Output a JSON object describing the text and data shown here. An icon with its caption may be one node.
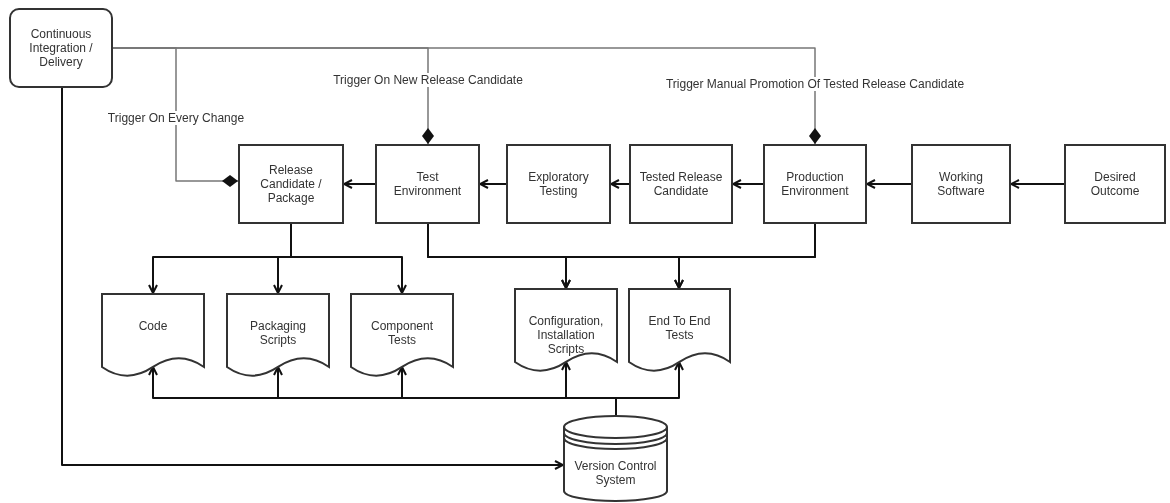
{
  "diagram": {
    "nodes": [
      {
        "text": [
          "Continuous Integration / Delivery"
        ]
      },
      {
        "text": [
          "Release Candidate / Package"
        ]
      },
      {
        "text": [
          "Test Environment"
        ]
      },
      {
        "text": [
          "Exploratory Testing"
        ]
      },
      {
        "text": [
          "Tested Release Candidate"
        ]
      },
      {
        "text": [
          "Production Environment"
        ]
      },
      {
        "text": [
          "Working Software"
        ]
      },
      {
        "text": [
          "Desired Outcome"
        ]
      },
      {
        "text": [
          "Code"
        ]
      },
      {
        "text": [
          "Packaging Scripts"
        ]
      },
      {
        "text": [
          "Component Tests"
        ]
      },
      {
        "text": [
          "Configuration, Installation Scripts"
        ]
      },
      {
        "text": [
          "End To End Tests"
        ]
      },
      {
        "text": [
          "Version Control System"
        ]
      }
    ],
    "edges": [
      {
        "from": 0,
        "to": 1,
        "arrow": "other",
        "label": "Trigger On Every Change",
        "color": "#777777"
      },
      {
        "from": 0,
        "to": 2,
        "arrow": "other",
        "label": "Trigger On New Release Candidate",
        "color": "#777777"
      },
      {
        "from": 0,
        "to": 5,
        "arrow": "other",
        "label": "Trigger Manual Promotion Of Tested Release Candidate",
        "color": "#777777"
      },
      {
        "from": 2,
        "to": 1,
        "arrow": "to"
      },
      {
        "from": 3,
        "to": 2,
        "arrow": "to"
      },
      {
        "from": 4,
        "to": 3,
        "arrow": "to"
      },
      {
        "from": 5,
        "to": 4,
        "arrow": "to"
      },
      {
        "from": 6,
        "to": 5,
        "arrow": "to"
      },
      {
        "from": 7,
        "to": 6,
        "arrow": "to"
      },
      {
        "from": 1,
        "to": 8,
        "arrow": "to"
      },
      {
        "from": 1,
        "to": 9,
        "arrow": "to"
      },
      {
        "from": 1,
        "to": 10,
        "arrow": "to"
      },
      {
        "from": 2,
        "to": 11,
        "arrow": "to"
      },
      {
        "from": 2,
        "to": 12,
        "arrow": "to"
      },
      {
        "from": 5,
        "to": 11,
        "arrow": "to"
      },
      {
        "from": 5,
        "to": 12,
        "arrow": "to"
      },
      {
        "from": 13,
        "to": 8,
        "arrow": "to"
      },
      {
        "from": 13,
        "to": 9,
        "arrow": "to"
      },
      {
        "from": 13,
        "to": 10,
        "arrow": "to"
      },
      {
        "from": 13,
        "to": 11,
        "arrow": "to"
      },
      {
        "from": 13,
        "to": 12,
        "arrow": "to"
      },
      {
        "from": 0,
        "to": 13,
        "arrow": "to"
      }
    ]
  }
}
